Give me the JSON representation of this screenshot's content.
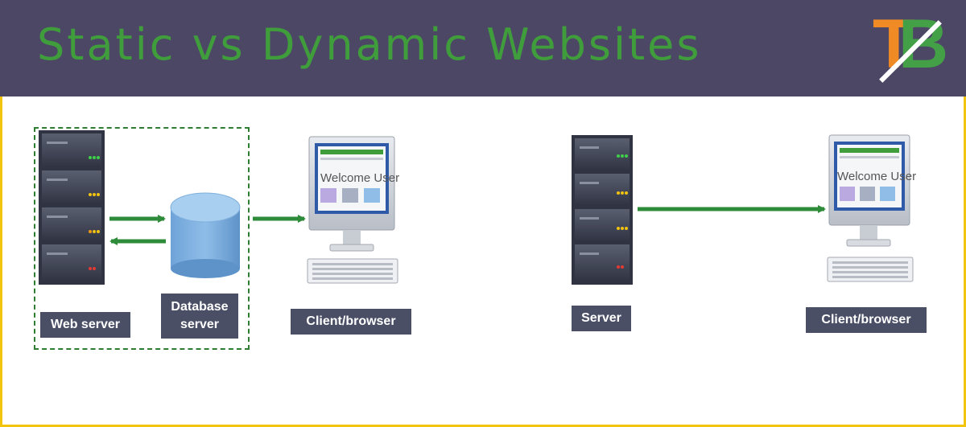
{
  "header": {
    "title": "Static vs Dynamic Websites",
    "logo_icon": "tb-logo-icon",
    "title_color": "#3f9e3b",
    "background": "#4d4766"
  },
  "static_site": {
    "web_server_label": "Web server",
    "database_label": "Database\nserver",
    "client_label": "Client/browser",
    "screen_text": "Welcome User"
  },
  "dynamic_site": {
    "server_label": "Server",
    "client_label": "Client/browser",
    "screen_text": "Welcome User"
  },
  "colors": {
    "arrow": "#2e8b3a",
    "label_bg": "#4a4f66",
    "frame": "#f2c40f"
  }
}
